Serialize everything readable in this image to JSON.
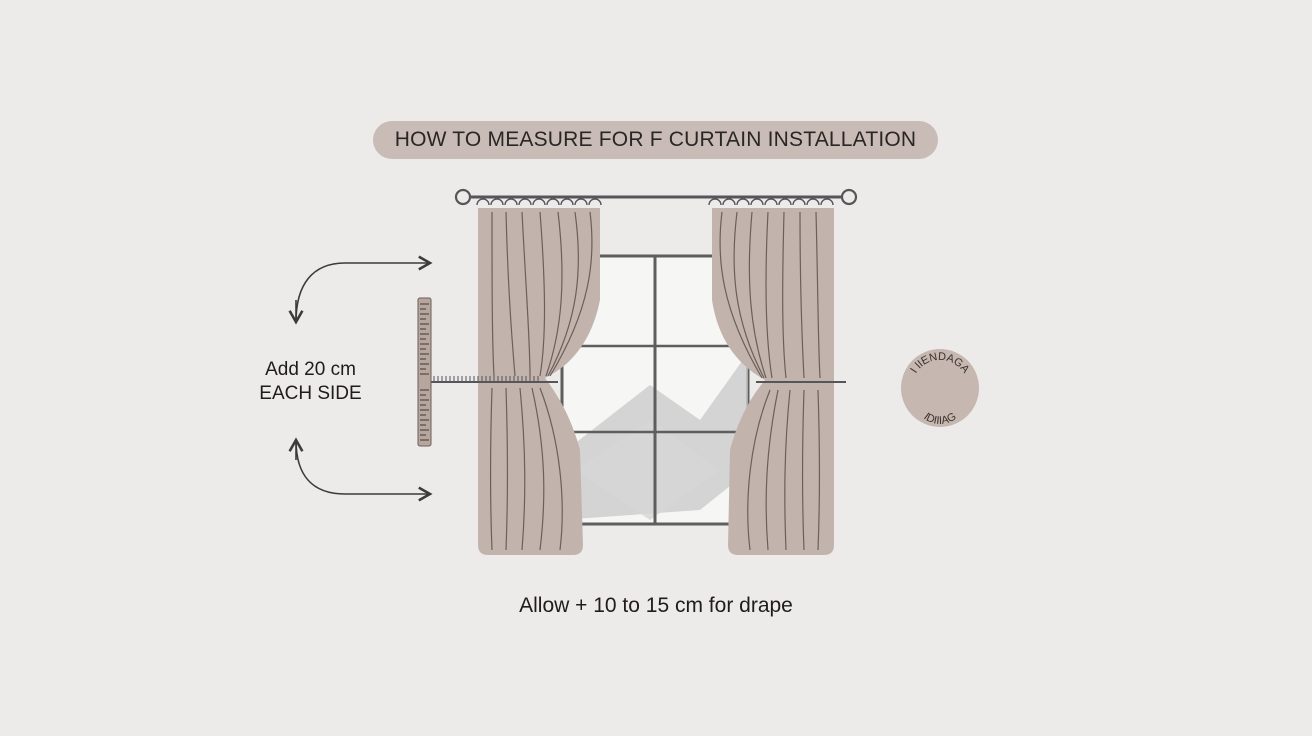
{
  "title": "HOW TO MEASURE FOR F CURTAIN INSTALLATION",
  "side_label": {
    "line1": "Add 20 cm",
    "line2": "EACH SIDE"
  },
  "caption": "Allow + 10 to 15 cm for drape",
  "badge": {
    "top_text": "I lIENDAGA",
    "bottom_text": "IDIIIAG"
  },
  "colors": {
    "background": "#ecebe9",
    "pill": "#c9bcb6",
    "curtain": "#c2b4ad",
    "rod": "#55555a",
    "badge": "#c6b8b1"
  }
}
